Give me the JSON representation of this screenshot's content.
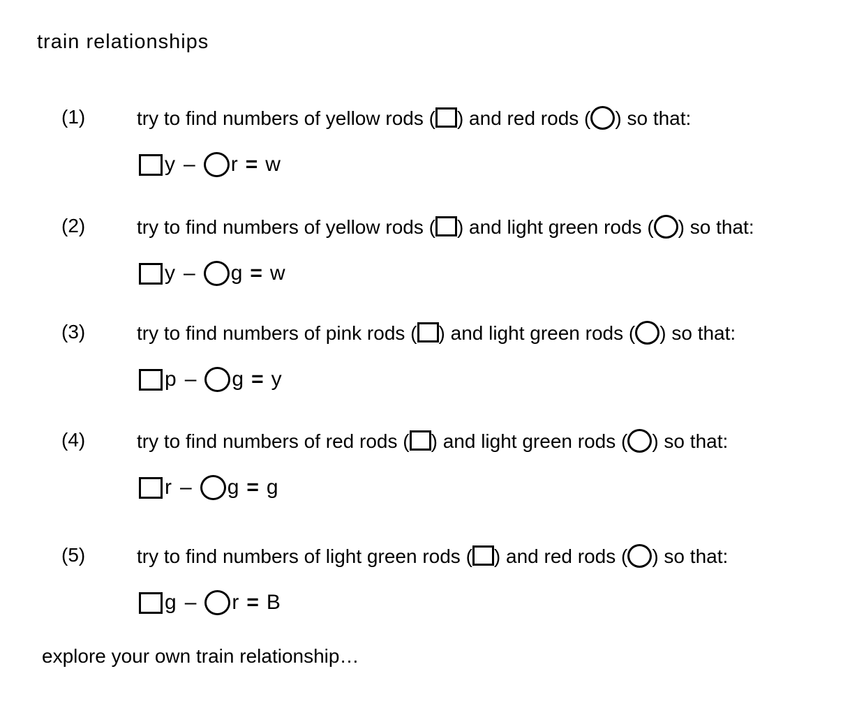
{
  "document": {
    "title": "train relationships",
    "footer": "explore your own train relationship…"
  },
  "colors": {
    "text": "#000000",
    "background": "#ffffff"
  },
  "icons": {
    "square_placeholder": "outlined-square (blank for a number)",
    "circle_placeholder": "outlined-circle (blank for a number)"
  },
  "problems": [
    {
      "number": "(1)",
      "prompt_part1": "try to find numbers of yellow rods (",
      "prompt_part2": ") and red rods (",
      "prompt_part3": ") so that:",
      "equation": {
        "left_var": "y",
        "operator": "–",
        "right_var": "r",
        "equals": "=",
        "result": "w"
      }
    },
    {
      "number": "(2)",
      "prompt_part1": "try to find numbers of yellow rods (",
      "prompt_part2": ") and light green rods (",
      "prompt_part3": ") so that:",
      "equation": {
        "left_var": "y",
        "operator": "–",
        "right_var": "g",
        "equals": "=",
        "result": "w"
      }
    },
    {
      "number": "(3)",
      "prompt_part1": "try to find numbers of pink rods (",
      "prompt_part2": ") and light green rods (",
      "prompt_part3": ") so that:",
      "equation": {
        "left_var": "p",
        "operator": "–",
        "right_var": "g",
        "equals": "=",
        "result": "y"
      }
    },
    {
      "number": "(4)",
      "prompt_part1": "try to find numbers of red rods (",
      "prompt_part2": ") and light green rods (",
      "prompt_part3": ") so that:",
      "equation": {
        "left_var": "r",
        "operator": "–",
        "right_var": "g",
        "equals": "=",
        "result": "g"
      }
    },
    {
      "number": "(5)",
      "prompt_part1": "try to find numbers of light green rods (",
      "prompt_part2": ") and red rods (",
      "prompt_part3": ") so that:",
      "equation": {
        "left_var": "g",
        "operator": "–",
        "right_var": "r",
        "equals": "=",
        "result": "B"
      }
    }
  ]
}
